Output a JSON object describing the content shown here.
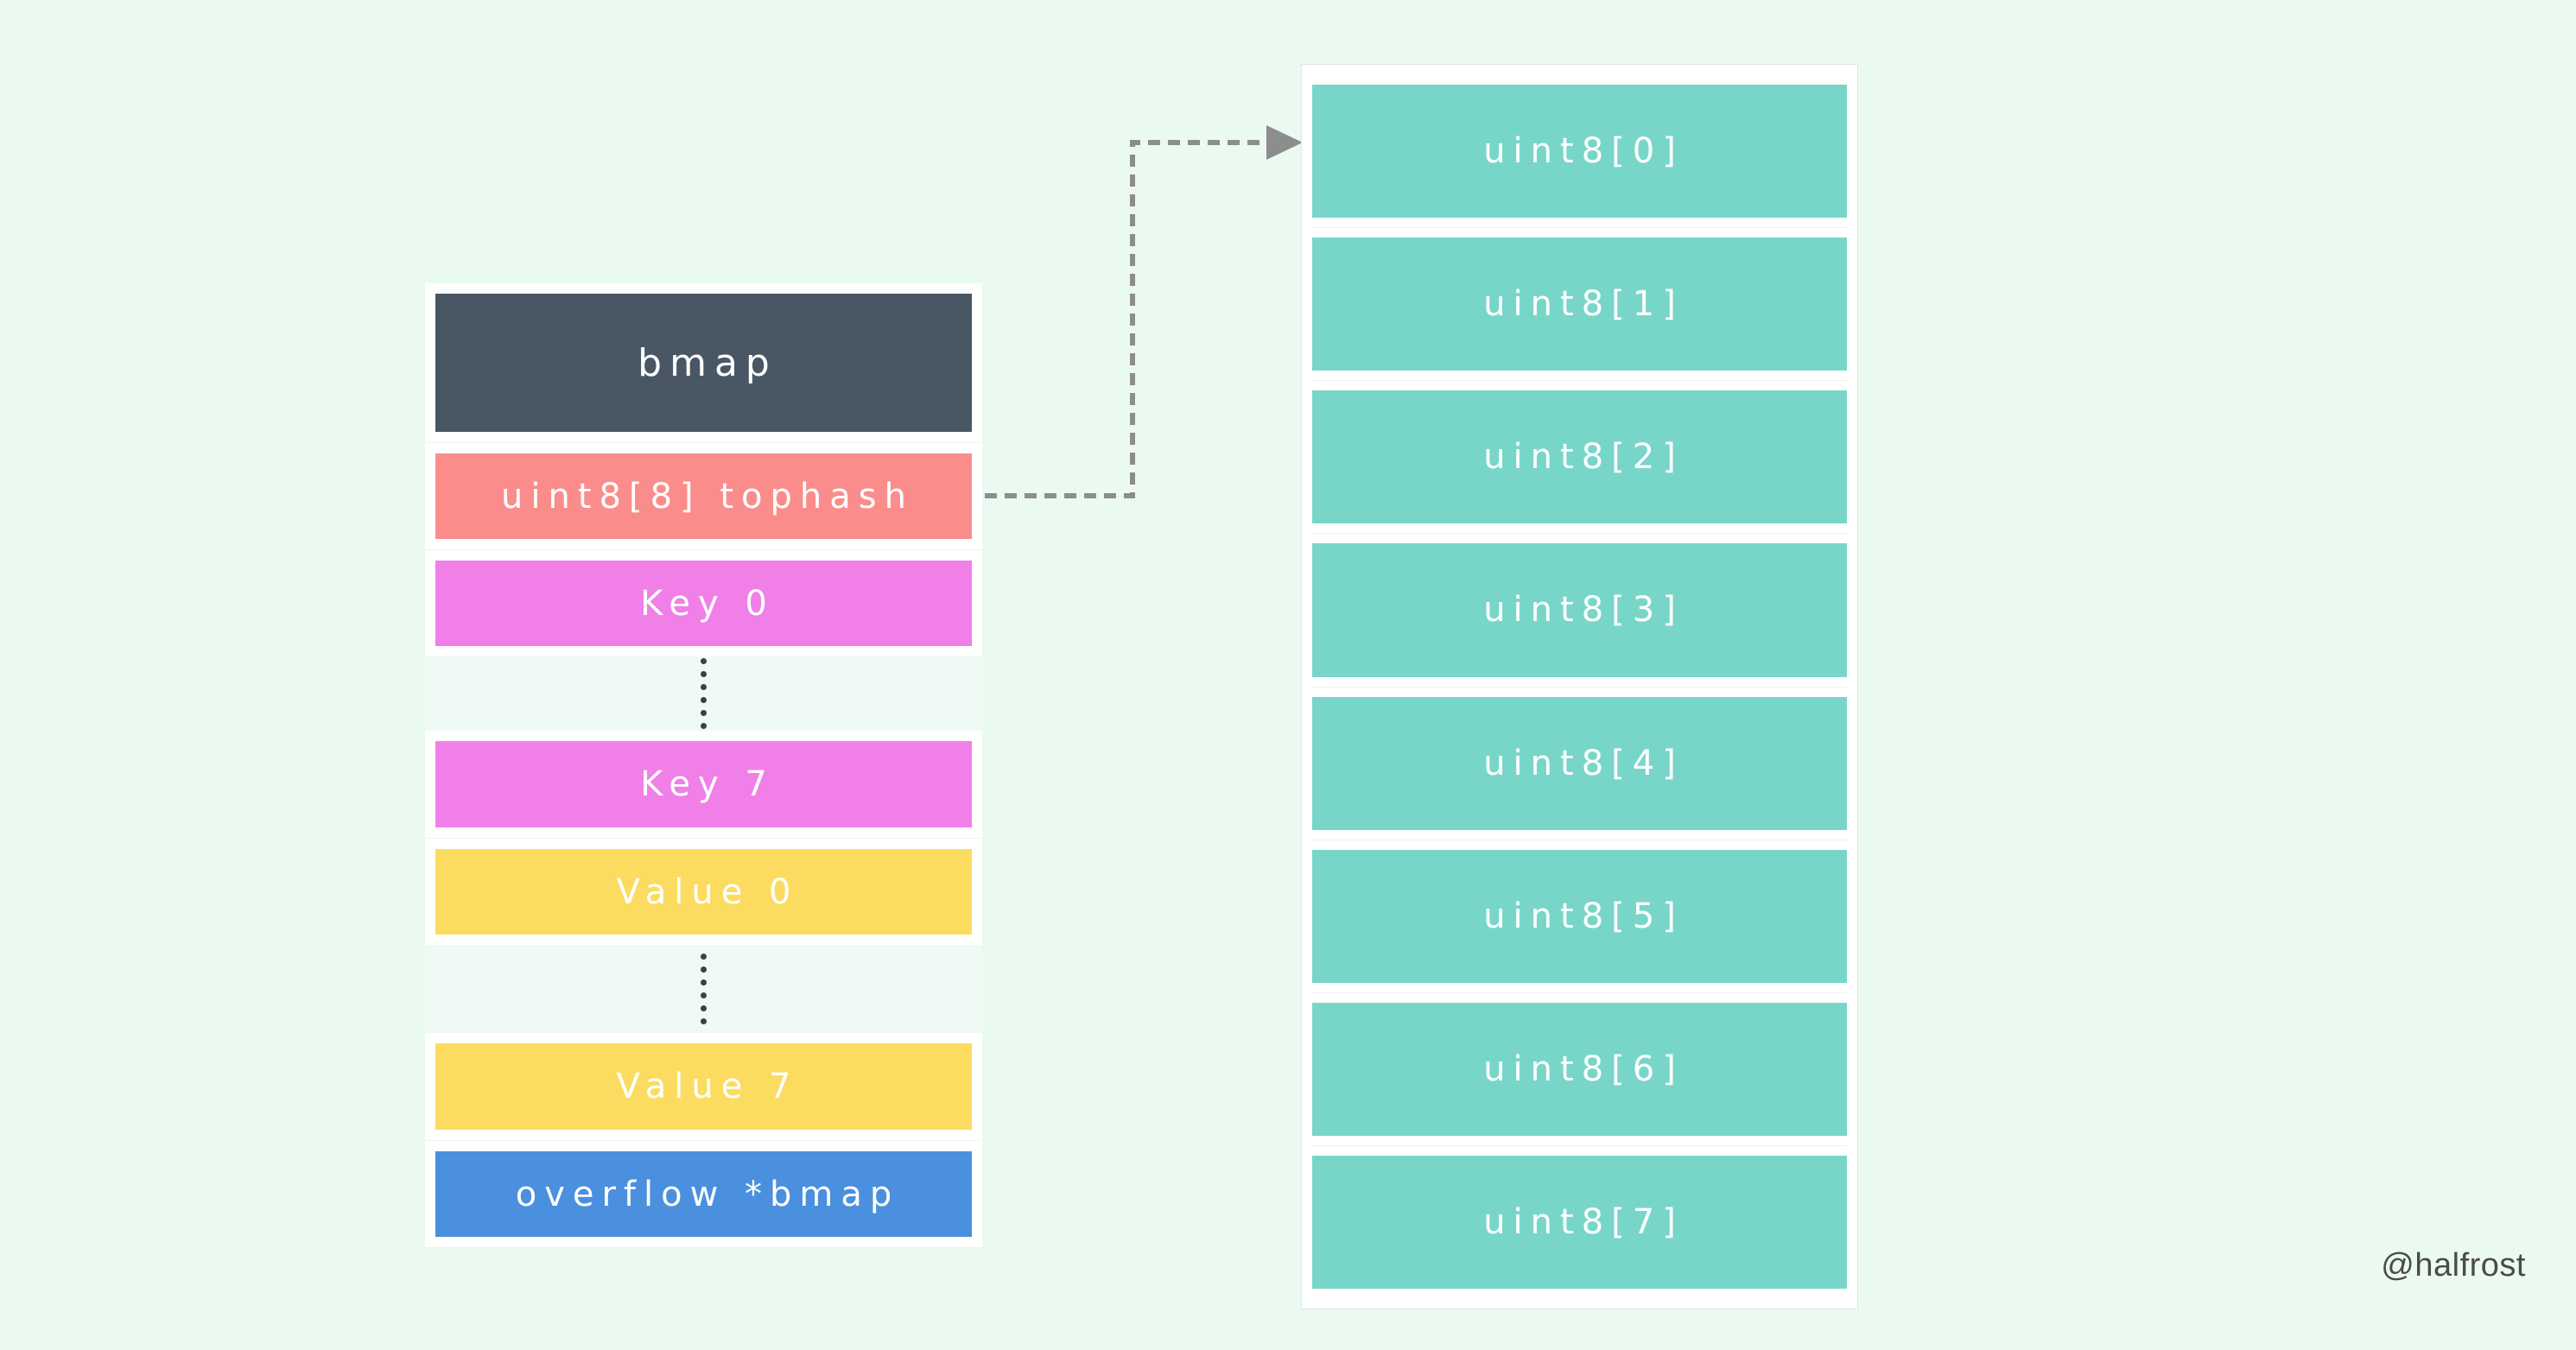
{
  "page": {
    "background_color": "#eafaf1",
    "watermark": "@halfrost",
    "watermark_color": "#4b4b4b"
  },
  "struct": {
    "title": "bmap",
    "rows": [
      {
        "label": "bmap",
        "color": "#485763",
        "role": "struct-name"
      },
      {
        "label": "uint8[8] tophash",
        "color": "#fa8d8b",
        "role": "field"
      },
      {
        "label": "Key 0",
        "color": "#f080e8",
        "role": "field"
      },
      {
        "label": "Key 7",
        "color": "#f080e8",
        "role": "field"
      },
      {
        "label": "Value 0",
        "color": "#fbdc60",
        "role": "field"
      },
      {
        "label": "Value 7",
        "color": "#fbdc60",
        "role": "field"
      },
      {
        "label": "overflow *bmap",
        "color": "#4a90de",
        "role": "field"
      }
    ],
    "ellipsis_separator": {
      "style": "vertical-dots",
      "dot_count": 6,
      "dot_color": "#3f3f3f"
    }
  },
  "tophash_array": {
    "cells": [
      "uint8[0]",
      "uint8[1]",
      "uint8[2]",
      "uint8[3]",
      "uint8[4]",
      "uint8[5]",
      "uint8[6]",
      "uint8[7]"
    ],
    "cell_color": "#78d6c9"
  },
  "arrow": {
    "from": "uint8[8] tophash",
    "to": "uint8[0]",
    "style": "dashed",
    "color": "#8d8d8d"
  }
}
